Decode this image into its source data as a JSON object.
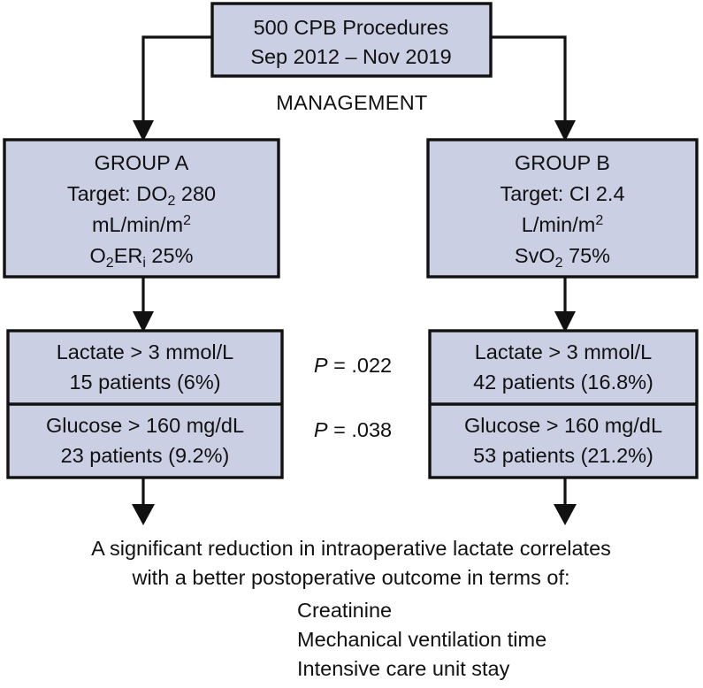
{
  "diagram": {
    "title_box": {
      "line1": "500 CPB Procedures",
      "line2": "Sep 2012 – Nov 2019"
    },
    "management_label": "MANAGEMENT",
    "groups": [
      {
        "name": "GROUP A",
        "target_prefix": "Target: DO",
        "target_sub": "2",
        "target_value": " 280",
        "unit_main": "mL/min/m",
        "unit_sup": "2",
        "metric_prefix": "O",
        "metric_sub1": "2",
        "metric_mid": "ER",
        "metric_sub2": "i",
        "metric_value": " 25%"
      },
      {
        "name": "GROUP B",
        "target_prefix": "Target: CI 2.4",
        "target_sub": "",
        "target_value": "",
        "unit_main": "L/min/m",
        "unit_sup": "2",
        "metric_prefix": "SvO",
        "metric_sub1": "2",
        "metric_mid": "",
        "metric_sub2": "",
        "metric_value": " 75%"
      }
    ],
    "outcomes": {
      "group_a": {
        "lactate_label": "Lactate > 3 mmol/L",
        "lactate_value": "15 patients (6%)",
        "glucose_label": "Glucose > 160 mg/dL",
        "glucose_value": "23 patients (9.2%)"
      },
      "group_b": {
        "lactate_label": "Lactate > 3 mmol/L",
        "lactate_value": "42 patients (16.8%)",
        "glucose_label": "Glucose > 160 mg/dL",
        "glucose_value": "53 patients (21.2%)"
      }
    },
    "p_values": [
      {
        "symbol": "P",
        "text": " = .022"
      },
      {
        "symbol": "P",
        "text": " = .038"
      }
    ],
    "conclusion": {
      "line1": "A significant reduction in intraoperative lactate correlates",
      "line2": "with a better postoperative outcome in terms of:",
      "items": [
        "Creatinine",
        "Mechanical ventilation time",
        "Intensive care unit stay"
      ]
    },
    "colors": {
      "box_fill": "#cbcfe3",
      "stroke": "#111111",
      "text": "#111111",
      "background": "#ffffff"
    }
  }
}
